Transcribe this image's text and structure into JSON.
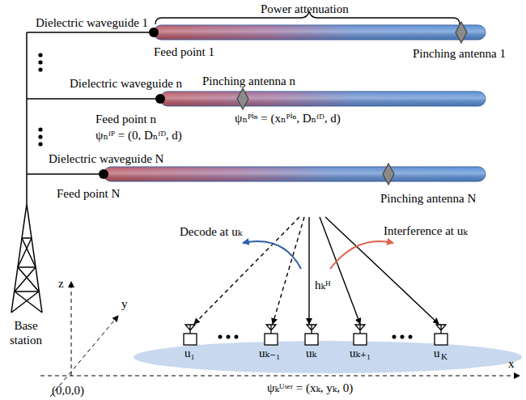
{
  "diagram": {
    "labels": [
      "Power attenuation",
      "Dielectric waveguide 1",
      "Feed point 1",
      "Pinching antenna 1",
      "Dielectric waveguide n",
      "Pinching antenna n",
      "Feed point n",
      "ψₙᶠᴾ = (0, Dₙᶠᴰ, d)",
      "ψₙᴾⁱⁿ = (xₙᴾⁱⁿ, Dₙᶠᴰ, d)",
      "Dielectric waveguide N",
      "Feed point N",
      "Pinching antenna N",
      "Decode at uₖ",
      "hₖᴴ",
      "Interference at uₖ",
      "Base station",
      "z",
      "y",
      "x",
      "(0,0,0)",
      "u₁",
      "uₖ₋₁",
      "uₖ",
      "uₖ₊₁",
      "u",
      "K",
      "ψₖᵁˢᵉʳ = (xₖ, yₖ, 0)"
    ]
  }
}
